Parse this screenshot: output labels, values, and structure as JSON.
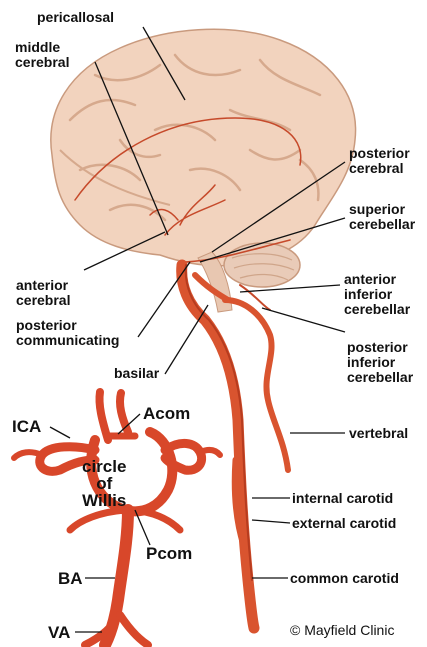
{
  "labels": {
    "pericallosal": "pericallosal",
    "middle_cerebral": "middle\ncerebral",
    "posterior_cerebral": "posterior\ncerebral",
    "superior_cerebellar": "superior\ncerebellar",
    "anterior_cerebral": "anterior\ncerebral",
    "anterior_inferior_cerebellar": "anterior\ninferior\ncerebellar",
    "posterior_communicating": "posterior\ncommunicating",
    "posterior_inferior_cerebellar": "posterior\ninferior\ncerebellar",
    "basilar": "basilar",
    "vertebral": "vertebral",
    "internal_carotid": "internal carotid",
    "external_carotid": "external carotid",
    "common_carotid": "common carotid"
  },
  "circle_labels": {
    "ica": "ICA",
    "acom": "Acom",
    "circle_of_willis": "circle\nof\nWillis",
    "pcom": "Pcom",
    "ba": "BA",
    "va": "VA"
  },
  "credit": "© Mayfield Clinic",
  "colors": {
    "brain": "#f2d3be",
    "brain_shadow": "#dcaf93",
    "cerebellum": "#e9cbb8",
    "artery": "#d9542f",
    "artery_dark": "#b73c1f",
    "willis": "#d8472a",
    "leader": "#111111"
  }
}
